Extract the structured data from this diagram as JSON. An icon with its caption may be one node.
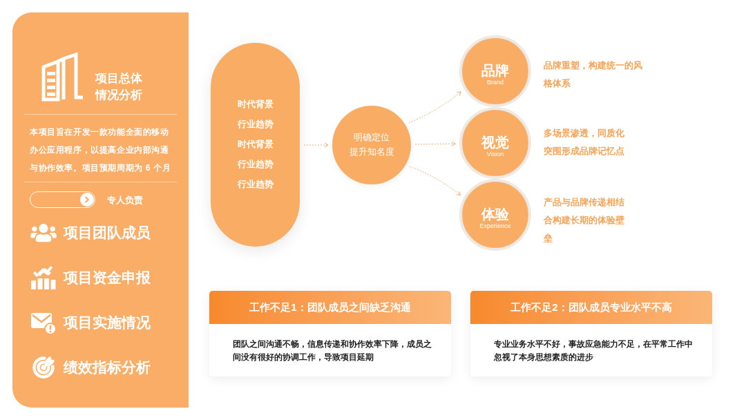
{
  "diagram": {
    "nodes": [
      {
        "text": [
          "项目总体情况分析",
          "本项目旨在开发一款功能全面的移动办公应用程序，以提高企业内部沟通与协作效率。项目预期周期为 6 个月",
          "专人负责",
          "项目团队成员",
          "项目资金申报",
          "项目实施情况",
          "绩效指标分析"
        ]
      },
      {
        "text": [
          "时代背景",
          "行业趋势",
          "时代背景",
          "行业趋势",
          "行业趋势"
        ]
      },
      {
        "text": [
          "明确定位",
          "提升知名度"
        ]
      },
      {
        "text": [
          "品牌",
          "Brand"
        ],
        "beside": [
          "品牌重塑，构建统一的风格体系"
        ]
      },
      {
        "text": [
          "视觉",
          "Vision"
        ],
        "beside": [
          "多场景渗透，同质化突围形成品牌记忆点"
        ]
      },
      {
        "text": [
          "体验",
          "Experience"
        ],
        "beside": [
          "产品与品牌传递相结合构建长期的体验壁垒"
        ]
      },
      {
        "text": [
          "工作不足1：团队成员之间缺乏沟通",
          "团队之间沟通不畅，信息传递和协作效率下降，成员之间没有很好的协调工作，导致项目延期"
        ]
      },
      {
        "text": [
          "工作不足2：团队成员专业水平不高",
          "专业业务水平不好，事故应急能力不足，在平常工作中忽视了本身思想素质的进步"
        ]
      }
    ],
    "edges": [
      {
        "from": 1,
        "to": 2,
        "arrow": "to",
        "style": "dashed"
      },
      {
        "from": 2,
        "to": 3,
        "arrow": "to",
        "style": "dashed"
      },
      {
        "from": 2,
        "to": 4,
        "arrow": "to",
        "style": "dashed"
      },
      {
        "from": 2,
        "to": 5,
        "arrow": "to",
        "style": "dashed"
      }
    ]
  }
}
